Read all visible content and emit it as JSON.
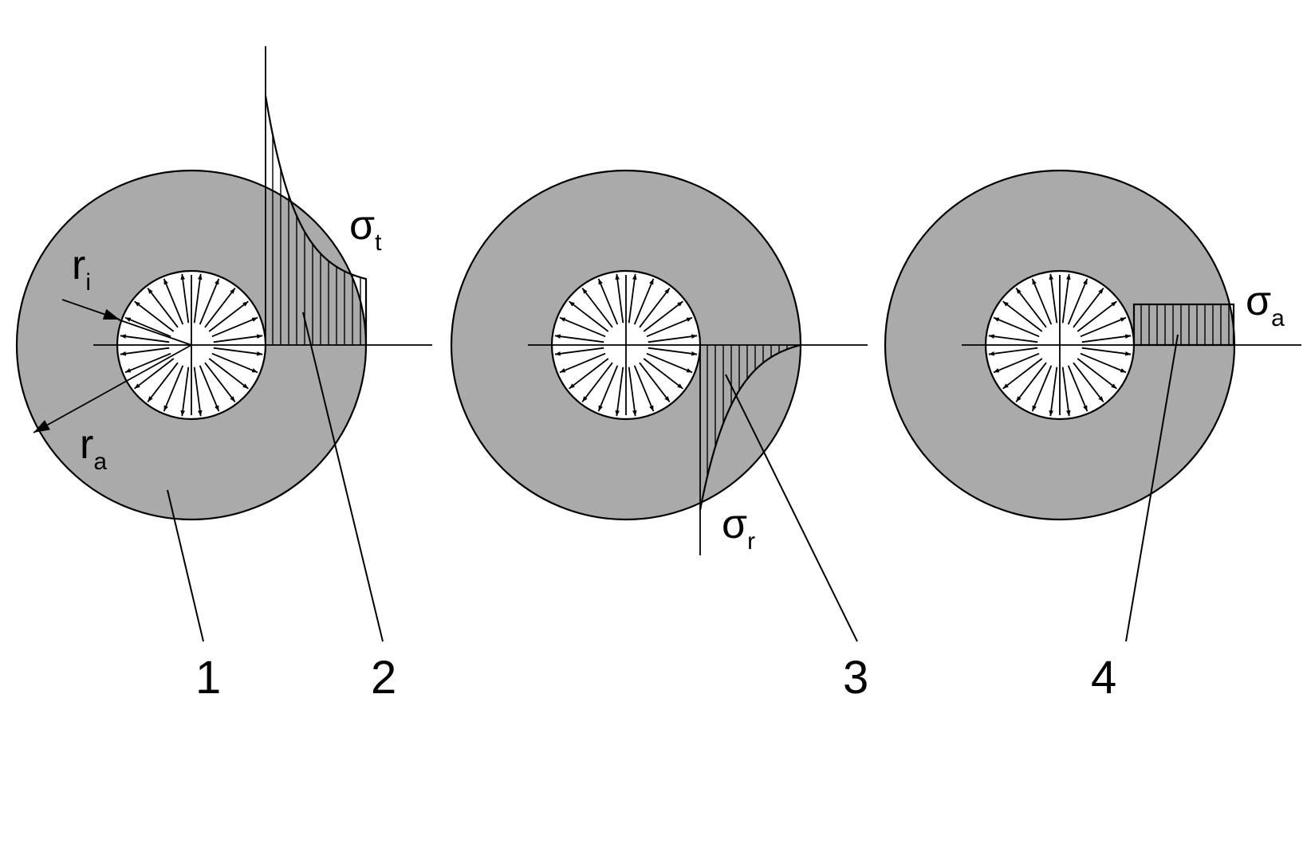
{
  "figure": {
    "callouts": [
      "1",
      "2",
      "3",
      "4"
    ],
    "radius_labels": {
      "inner": {
        "base": "r",
        "sub": "i"
      },
      "outer": {
        "base": "r",
        "sub": "a"
      }
    },
    "stress_labels": {
      "tangential": {
        "base": "σ",
        "sub": "t"
      },
      "radial": {
        "base": "σ",
        "sub": "r"
      },
      "axial": {
        "base": "σ",
        "sub": "a"
      }
    }
  },
  "colors": {
    "ring_fill": "#aaaaaa",
    "bore_fill": "#ffffff",
    "line": "#000000"
  }
}
